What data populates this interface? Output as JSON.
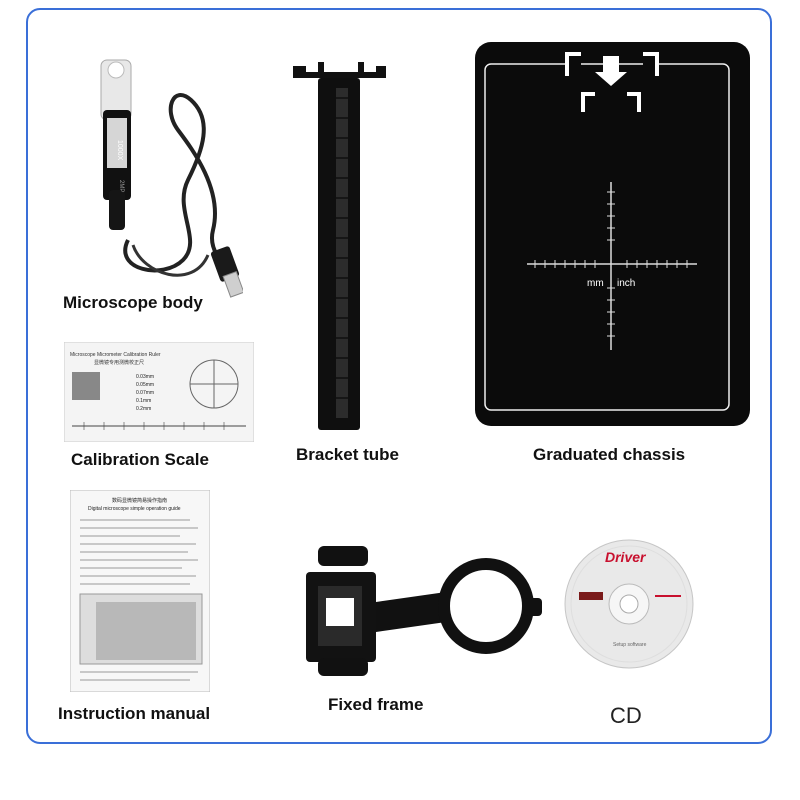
{
  "items": [
    {
      "id": "microscope",
      "label": "Microscope body",
      "markings": {
        "model": "1000X",
        "band": "2MP"
      }
    },
    {
      "id": "bracket",
      "label": "Bracket tube"
    },
    {
      "id": "chassis",
      "label": "Graduated chassis",
      "markings": {
        "mm": "mm",
        "inch": "inch"
      }
    },
    {
      "id": "calibration",
      "label": "Calibration Scale",
      "card": {
        "title_en": "Microscope Micrometer Calibration Ruler",
        "title_cn": "显微镜专用测微校正尺",
        "values": [
          "0.03mm",
          "0.05mm",
          "0.07mm",
          "0.1mm",
          "0.2mm"
        ]
      }
    },
    {
      "id": "manual",
      "label": "Instruction manual",
      "doc": {
        "title_cn": "数码显微镜简易操作指南",
        "title_en": "Digital microscope simple operation guide"
      }
    },
    {
      "id": "frame",
      "label": "Fixed frame"
    },
    {
      "id": "cd",
      "label": "CD",
      "disc": {
        "brand": "Driver",
        "subtitle": "Setup software"
      }
    }
  ],
  "colors": {
    "border": "#3a6fd8",
    "driver_red": "#c8102e"
  }
}
